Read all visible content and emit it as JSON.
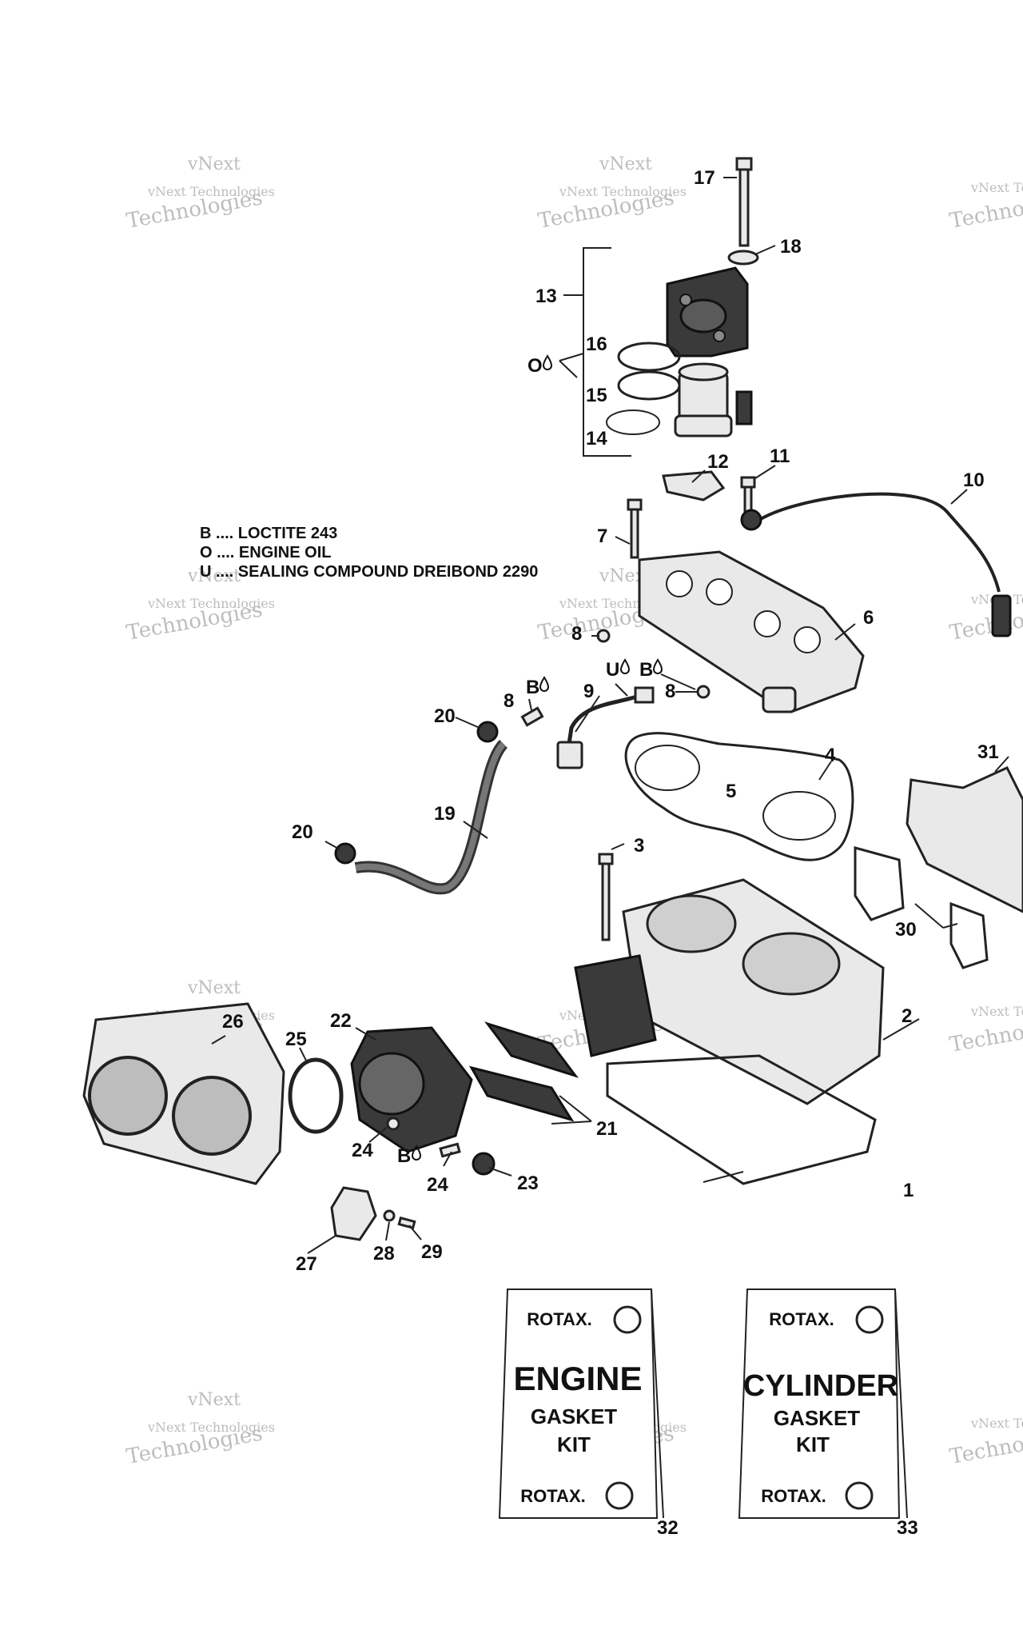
{
  "legend": [
    {
      "code": "B",
      "text": "LOCTITE 243"
    },
    {
      "code": "O",
      "text": "ENGINE OIL"
    },
    {
      "code": "U",
      "text": "SEALING COMPOUND DREIBOND 2290"
    }
  ],
  "callouts": [
    "1",
    "2",
    "3",
    "4",
    "5",
    "6",
    "7",
    "8",
    "9",
    "10",
    "11",
    "12",
    "13",
    "14",
    "15",
    "16",
    "17",
    "18",
    "19",
    "20",
    "21",
    "22",
    "23",
    "24",
    "25",
    "26",
    "27",
    "28",
    "29",
    "30",
    "31",
    "32",
    "33"
  ],
  "markers": {
    "B": "B",
    "O": "O",
    "U": "U"
  },
  "kits": [
    {
      "brand": "ROTAX.",
      "line1": "ENGINE",
      "line2": "GASKET",
      "line3": "KIT",
      "ref": "32"
    },
    {
      "brand": "ROTAX.",
      "line1": "CYLINDER",
      "line2": "GASKET",
      "line3": "KIT",
      "ref": "33"
    }
  ],
  "watermark": {
    "line1": "vNext Technologies",
    "line2": "Technologies",
    "line3": "vNext"
  }
}
